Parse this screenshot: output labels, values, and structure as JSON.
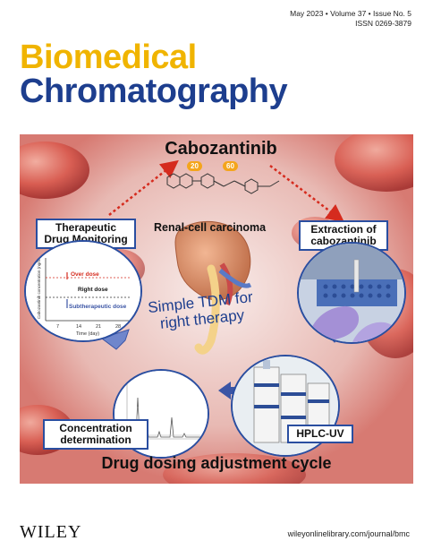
{
  "masthead": {
    "issue_date": "May 2023 • Volume 37 • Issue No. 5",
    "issn": "ISSN 0269-3879",
    "title_line_1": "Biomedical",
    "title_line_2": "Chromatography",
    "accent_color": "#f0b400",
    "brand_color": "#1d3e8e"
  },
  "cover_art": {
    "drug_name": "Cabozantinib",
    "badge_left": "20",
    "badge_right": "60",
    "disease": "Renal-cell carcinoma",
    "tdm_slogan_line_1": "Simple TDM for",
    "tdm_slogan_line_2": "right therapy",
    "step_tdm_line_1": "Therapeutic",
    "step_tdm_line_2": "Drug Monitoring",
    "step_extraction_line_1": "Extraction of",
    "step_extraction_line_2": "cabozantinib",
    "step_hplc": "HPLC-UV",
    "step_concentration_line_1": "Concentration",
    "step_concentration_line_2": "determination",
    "cycle_caption": "Drug dosing adjustment cycle",
    "plot": {
      "over_dose": "Over dose",
      "right_dose": "Right dose",
      "subtherapeutic_dose": "Subtherapeutic dose",
      "x_axis_label": "Time (day)",
      "y_axis_label": "Cabozantinib concentration (ng/mL)",
      "x_ticks": [
        "7",
        "14",
        "21",
        "28"
      ]
    }
  },
  "footer": {
    "publisher": "WILEY",
    "url": "wileyonlinelibrary.com/journal/bmc"
  }
}
